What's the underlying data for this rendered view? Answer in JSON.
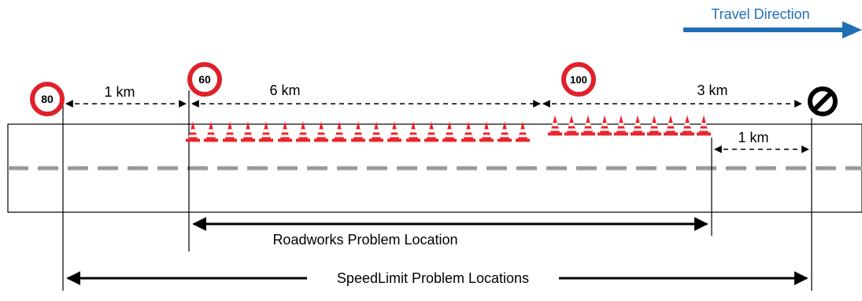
{
  "travel_direction": {
    "label": "Travel Direction",
    "arrow_color": "#1f6fb6"
  },
  "signs": [
    {
      "id": "speed-limit-80",
      "kind": "speed-limit",
      "label": "80"
    },
    {
      "id": "speed-limit-60",
      "kind": "speed-limit",
      "label": "60"
    },
    {
      "id": "speed-limit-100",
      "kind": "speed-limit",
      "label": "100"
    },
    {
      "id": "end-of-restrictions",
      "kind": "end-restriction",
      "label": ""
    }
  ],
  "distances": {
    "d1": "1 km",
    "d2": "6 km",
    "d3": "3 km",
    "d4": "1 km"
  },
  "problem_locations": {
    "roadworks": "Roadworks Problem Location",
    "speedlimit": "SpeedLimit Problem Locations"
  },
  "colors": {
    "sign_ring": "#e0202a",
    "cone": "#e8262c",
    "road_centerline": "#9a9a9a",
    "line": "#000000"
  },
  "icons": [
    "speed-limit-sign-icon",
    "end-of-restrictions-icon",
    "traffic-cone-icon",
    "right-arrow-icon"
  ]
}
